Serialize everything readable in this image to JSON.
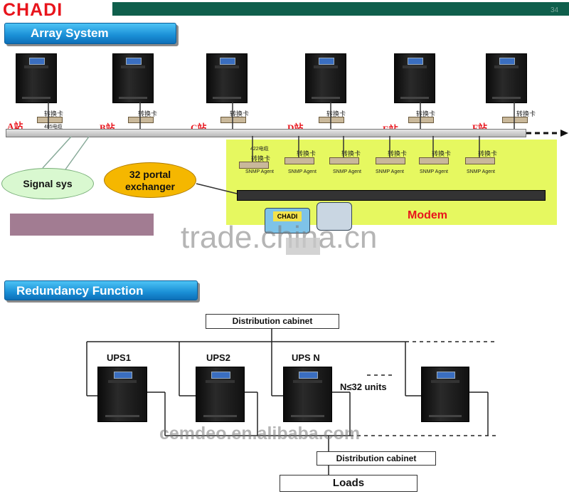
{
  "header": {
    "logo": "CHADI",
    "page_number": "34",
    "bar_color": "#0f5f4c"
  },
  "section1": {
    "title": "Array System",
    "stations": [
      "A站",
      "B站",
      "C站",
      "D站",
      "E站",
      "F站"
    ],
    "card_label": "转换卡",
    "cable_label_top": "485电缆",
    "cable_label_green": "422电缆",
    "agent_label": "SNMP Agent",
    "signal_bubble": "Signal sys",
    "exchanger_bubble": {
      "line1": "32 portal",
      "line2": "exchanger"
    },
    "modem_label": "Modem",
    "monitor_label": "CHADI",
    "green_zone_color": "#e6f860"
  },
  "section2": {
    "title": "Redundancy Function",
    "top_cabinet": "Distribution cabinet",
    "ups_labels": [
      "UPS1",
      "UPS2",
      "UPS N"
    ],
    "units_label": "N≤32 units",
    "bottom_cabinet": "Distribution cabinet",
    "loads": "Loads"
  },
  "watermarks": {
    "main": "trade.china.cn",
    "bottom": "cemdeo.en.alibaba.com"
  }
}
